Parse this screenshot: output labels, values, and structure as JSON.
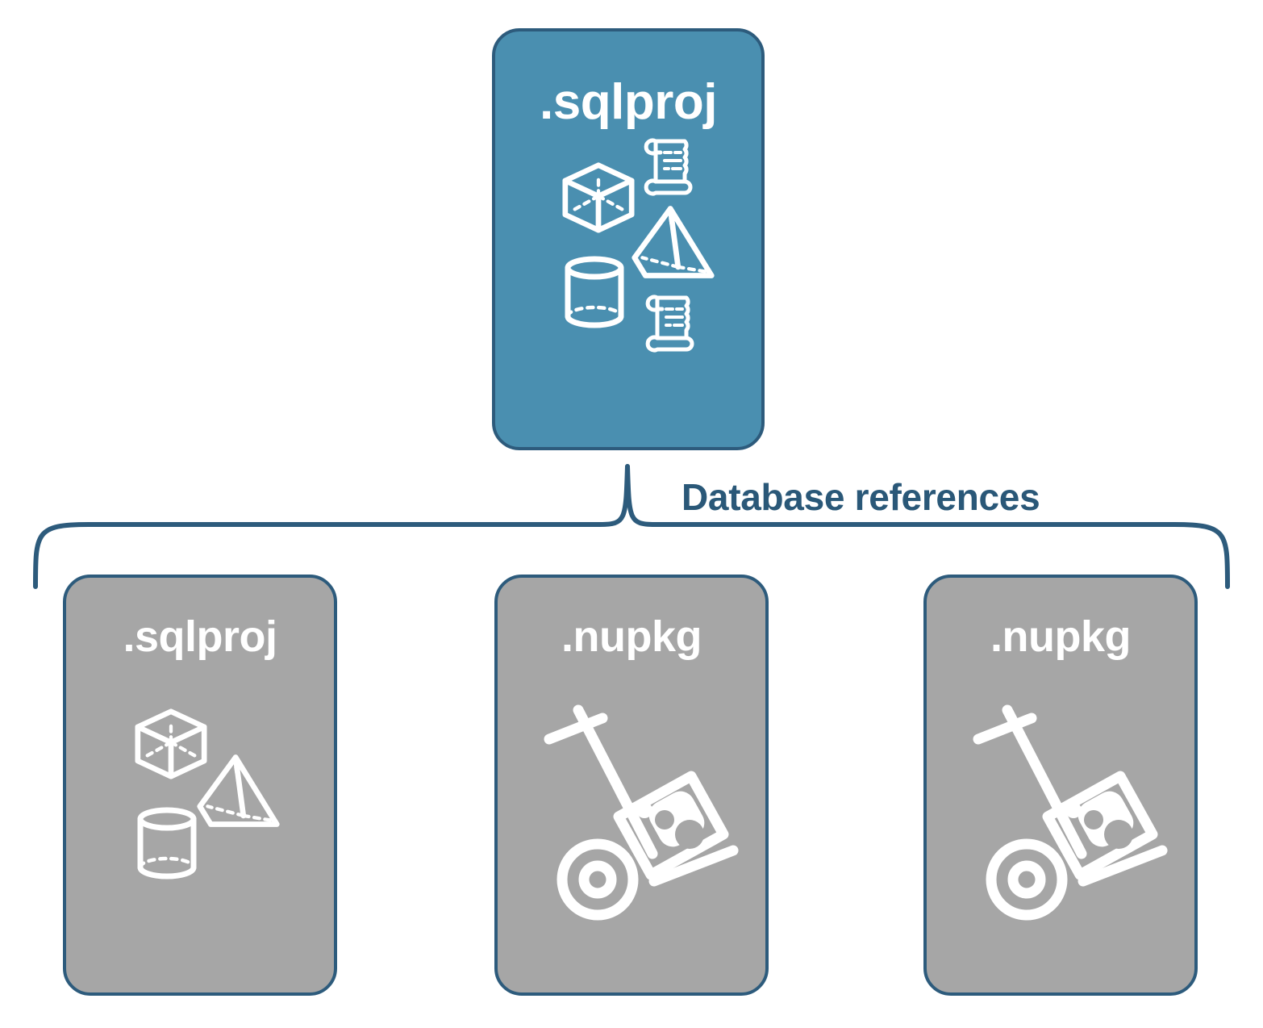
{
  "diagram": {
    "type": "hierarchy",
    "title": "",
    "colors": {
      "primary_fill": "#4a8fb0",
      "secondary_fill": "#a6a6a6",
      "stroke": "#2d5b7c",
      "label_text": "#2a5878",
      "card_text": "#ffffff",
      "background": "#ffffff"
    },
    "root": {
      "label": ".sqlproj",
      "icons": [
        "cube-icon",
        "scroll-icon",
        "pyramid-icon",
        "cylinder-icon",
        "scroll-icon"
      ]
    },
    "edge": {
      "label": "Database references",
      "style": "curly-brace"
    },
    "children": [
      {
        "label": ".sqlproj",
        "icons": [
          "cube-icon",
          "pyramid-icon",
          "cylinder-icon"
        ]
      },
      {
        "label": ".nupkg",
        "icons": [
          "hand-truck-package-icon"
        ]
      },
      {
        "label": ".nupkg",
        "icons": [
          "hand-truck-package-icon"
        ]
      }
    ]
  }
}
